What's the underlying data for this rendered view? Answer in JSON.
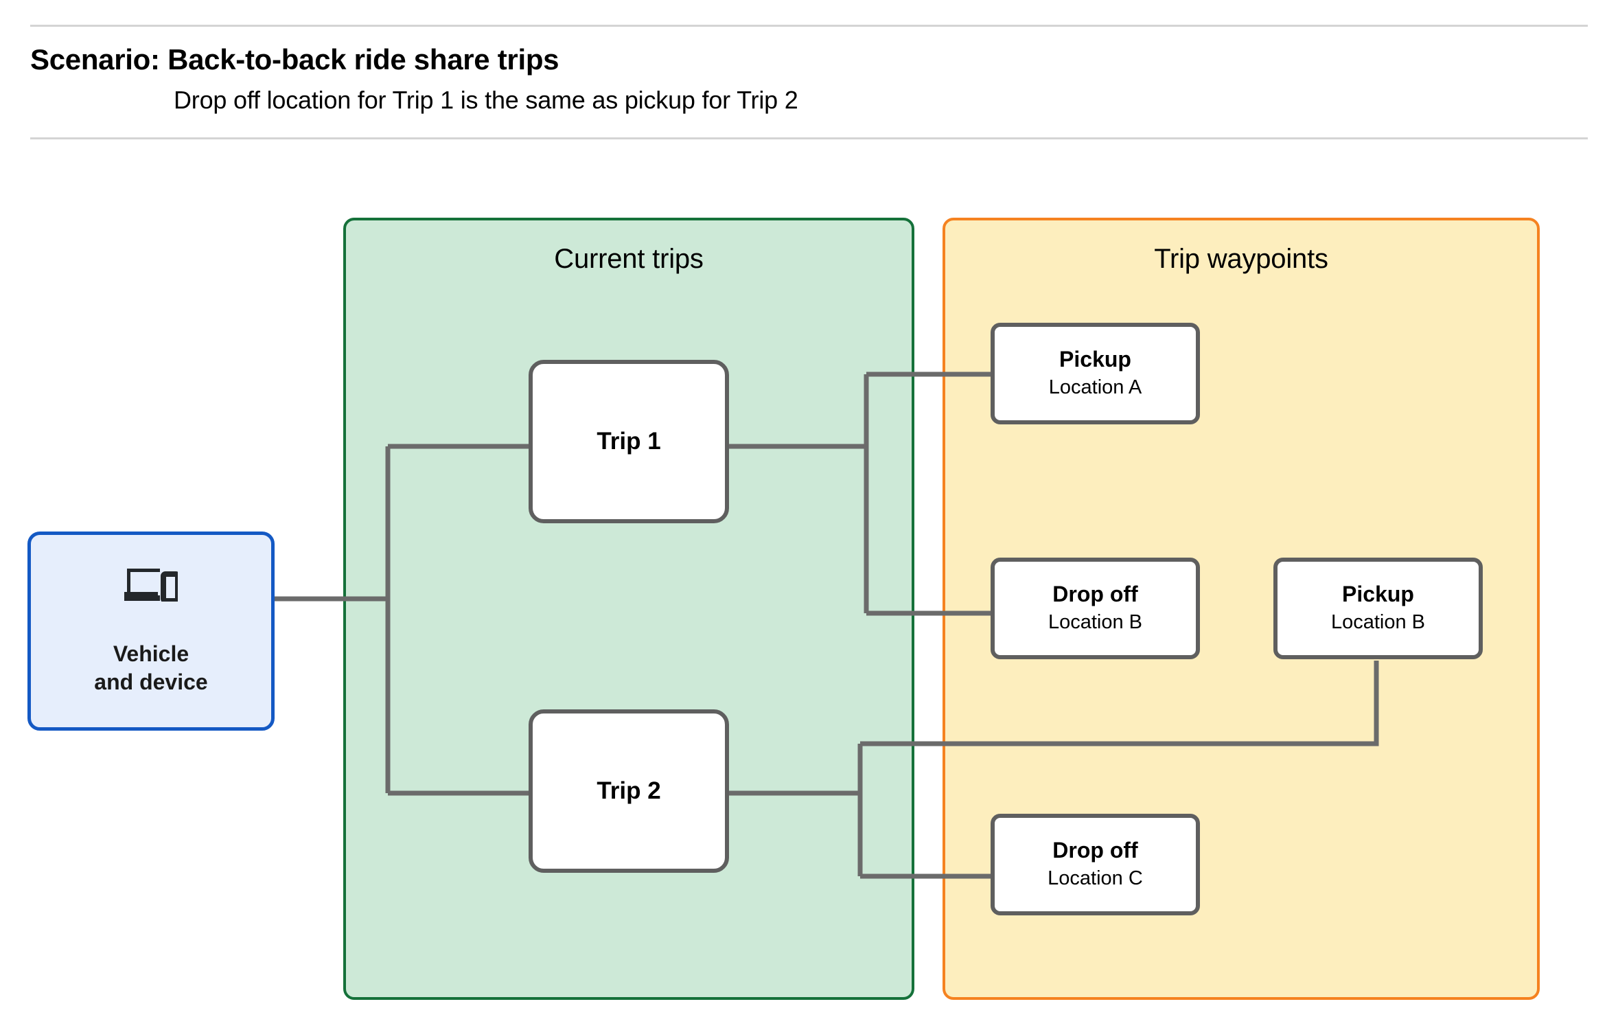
{
  "header": {
    "title": "Scenario: Back-to-back ride share trips",
    "subtitle": "Drop off  location for Trip 1 is the same as pickup for Trip 2"
  },
  "groups": {
    "current_trips": {
      "title": "Current trips",
      "fill": "#cde9d7",
      "border": "#15713a"
    },
    "trip_waypoints": {
      "title": "Trip waypoints",
      "fill": "#fdeebe",
      "border": "#f58220"
    }
  },
  "vehicle": {
    "icon": "devices-icon",
    "label": "Vehicle\nand device",
    "fill": "#e6eefc",
    "border": "#1459c4"
  },
  "trips": [
    {
      "label": "Trip 1"
    },
    {
      "label": "Trip 2"
    }
  ],
  "waypoints": [
    {
      "id": "pickup-a",
      "title": "Pickup",
      "location": "Location A"
    },
    {
      "id": "dropoff-b",
      "title": "Drop off",
      "location": "Location B"
    },
    {
      "id": "pickup-b",
      "title": "Pickup",
      "location": "Location B"
    },
    {
      "id": "dropoff-c",
      "title": "Drop off",
      "location": "Location C"
    }
  ],
  "colors": {
    "connector": "#6b6b6b",
    "node_border": "#5f5f5f",
    "node_fill": "#ffffff",
    "rule": "#d4d4d4",
    "text": "#000000"
  }
}
